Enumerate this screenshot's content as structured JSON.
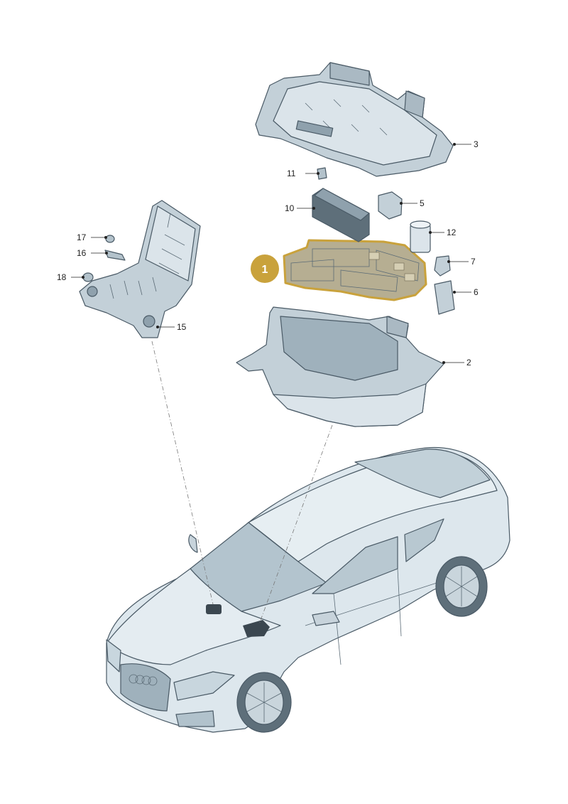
{
  "callouts": {
    "c1": "1",
    "c2": "2",
    "c3": "3",
    "c5": "5",
    "c6": "6",
    "c7": "7",
    "c10": "10",
    "c11": "11",
    "c12": "12",
    "c15": "15",
    "c16": "16",
    "c17": "17",
    "c18": "18"
  },
  "colors": {
    "highlight": "#c9a23c",
    "part_fill": "#c7d3db",
    "part_dark": "#8fa1ad",
    "car_body": "#dbe6ec",
    "glass": "#aebfc9"
  }
}
